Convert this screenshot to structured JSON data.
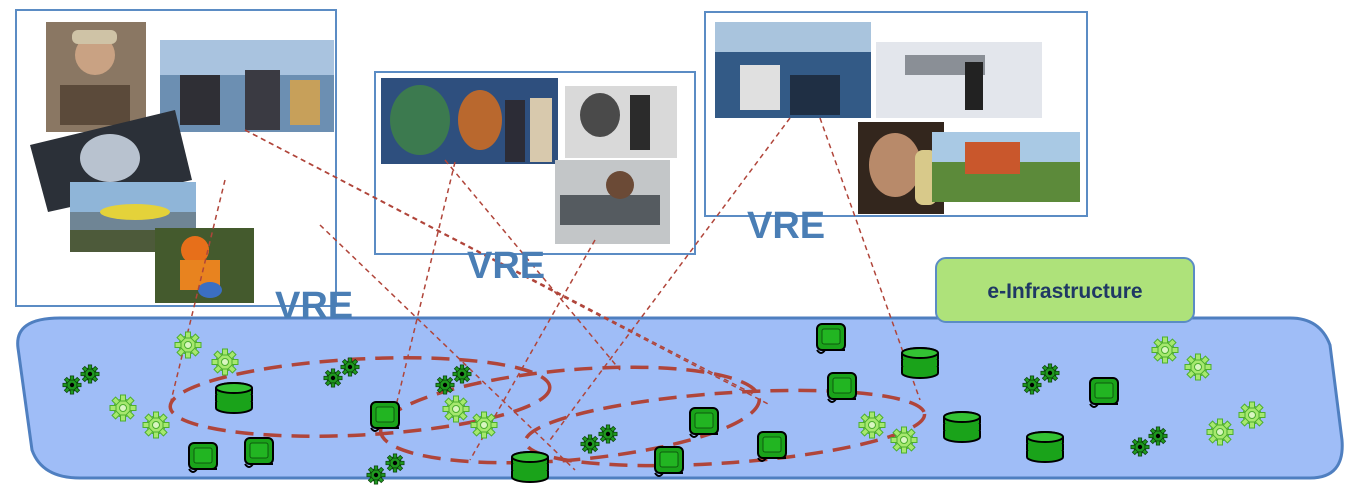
{
  "diagram": {
    "vre_labels": [
      "VRE",
      "VRE",
      "VRE"
    ],
    "infrastructure_label": "e-Infrastructure",
    "colors": {
      "platform_fill": "#9fbdf7",
      "platform_stroke": "#4f7fc0",
      "box_stroke": "#5b8cc4",
      "label_fill": "#aee27a",
      "label_stroke": "#5b8cc4",
      "vre_text": "#4a7eb5",
      "dashed_ellipse": "#b0453a",
      "dashed_line": "#b0453a",
      "gear": "#9fe46b",
      "gear_dark": "#1f9a1f",
      "component": "#1aa31a",
      "database": "#1aa31a"
    },
    "icons": [
      "photo-collage",
      "gear-icon",
      "database-icon",
      "component-icon"
    ]
  }
}
